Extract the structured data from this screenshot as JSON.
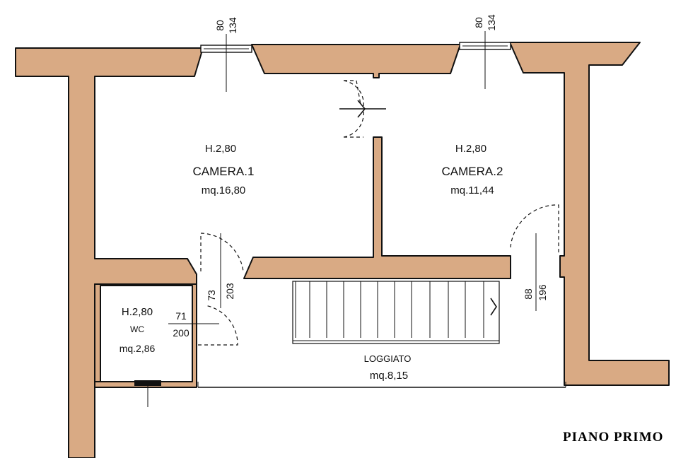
{
  "rooms": {
    "camera1": {
      "height": "H.2,80",
      "name": "CAMERA.1",
      "area": "mq.16,80"
    },
    "camera2": {
      "height": "H.2,80",
      "name": "CAMERA.2",
      "area": "mq.11,44"
    },
    "wc": {
      "height": "H.2,80",
      "name": "WC",
      "area": "mq.2,86"
    },
    "loggiato": {
      "name": "LOGGIATO",
      "area": "mq.8,15"
    }
  },
  "dimensions": {
    "window1": {
      "top": "80",
      "bottom": "134"
    },
    "window2": {
      "top": "80",
      "bottom": "134"
    },
    "door_wc": {
      "top": "73",
      "bottom": "203"
    },
    "wc_window": {
      "top": "71",
      "bottom": "200"
    },
    "door_loggiato": {
      "top": "88",
      "bottom": "196"
    }
  },
  "floor_title": "PIANO  PRIMO",
  "colors": {
    "wall_fill": "#d9aa84",
    "line": "#111111",
    "background": "#ffffff"
  }
}
